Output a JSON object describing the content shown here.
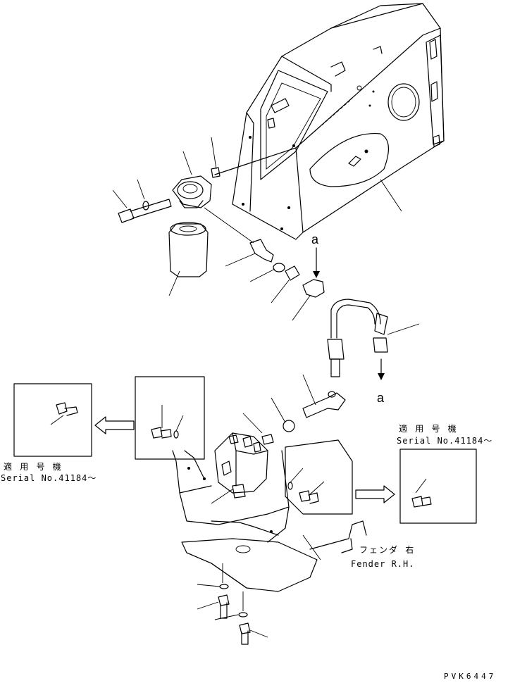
{
  "callouts": {
    "view_a_top": "a",
    "view_a_bottom": "a"
  },
  "serial_left": {
    "applicable_models": "適 用 号 機",
    "serial": "Serial No.41184～"
  },
  "serial_right": {
    "applicable_models": "適 用 号 機",
    "serial": "Serial No.41184～"
  },
  "fender": {
    "label_jp": "フェンダ 右",
    "label_en": "Fender R.H."
  },
  "drawing_code": "PVK6447"
}
